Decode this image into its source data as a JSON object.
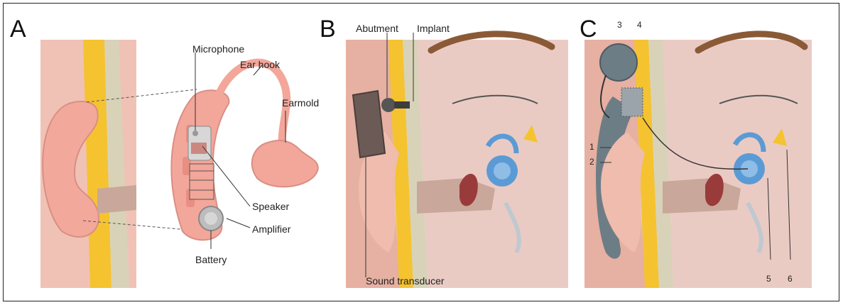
{
  "panels": [
    {
      "letter": "A",
      "labels": {
        "microphone": "Microphone",
        "ear_hook": "Ear hook",
        "earmold": "Earmold",
        "speaker": "Speaker",
        "amplifier": "Amplifier",
        "battery": "Battery"
      }
    },
    {
      "letter": "B",
      "labels": {
        "abutment": "Abutment",
        "implant": "Implant",
        "sound_transducer": "Sound transducer"
      }
    },
    {
      "letter": "C",
      "labels": {
        "n1": "1",
        "n2": "2",
        "n3": "3",
        "n4": "4",
        "n5": "5",
        "n6": "6"
      }
    }
  ],
  "colors": {
    "skin": "#f2c8bf",
    "skin_dark": "#e6a89a",
    "bone": "#f5c330",
    "bone_light": "#f9dc73",
    "tissue": "#d8d3b8",
    "cochlea": "#5b9bd5",
    "canal": "#c9a79a",
    "device_pink": "#f3a69a",
    "device_gray": "#6d7d86",
    "transducer": "#6b5a55",
    "eyebrow": "#8a5a36"
  }
}
